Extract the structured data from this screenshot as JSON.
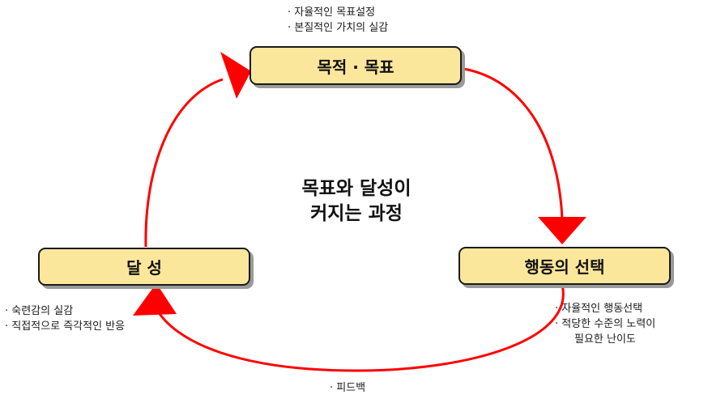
{
  "diagram": {
    "center_title": [
      "목표와 달성이",
      "커지는 과정"
    ],
    "nodes": {
      "goal": {
        "label": "목적 · 목표",
        "notes": [
          "· 자율적인 목표설정",
          "· 본질적인 가치의 실감"
        ]
      },
      "action": {
        "label": "행동의 선택",
        "notes": [
          "· 자율적인 행동선택",
          "· 적당한 수준의 노력이",
          "필요한 난이도"
        ]
      },
      "achievement": {
        "label": "달 성",
        "notes": [
          "· 숙련감의 실감",
          "· 직접적으로 즉각적인 반응"
        ]
      }
    },
    "edges": [
      {
        "from": "goal",
        "to": "action",
        "label": ""
      },
      {
        "from": "action",
        "to": "achievement",
        "label": "· 피드백"
      },
      {
        "from": "achievement",
        "to": "goal",
        "label": ""
      }
    ],
    "colors": {
      "box_fill": "#fbe79c",
      "box_border": "#1a1a1a",
      "arrow": "#ff0000",
      "text": "#111111"
    }
  }
}
